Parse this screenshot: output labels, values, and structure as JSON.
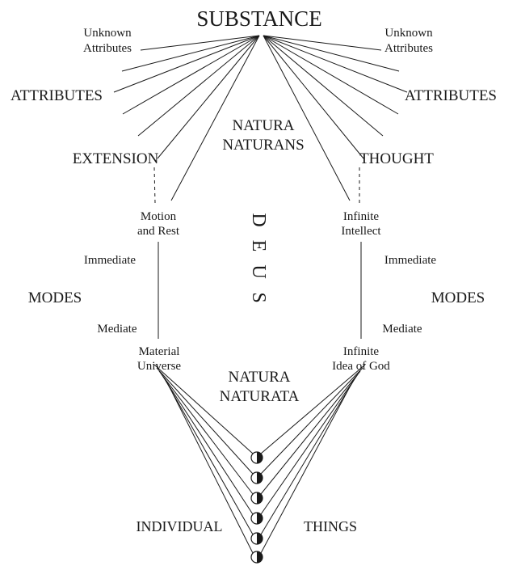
{
  "substance": "SUBSTANCE",
  "left": {
    "unknown_line1": "Unknown",
    "unknown_line2": "Attributes",
    "attributes": "ATTRIBUTES",
    "extension": "EXTENSION",
    "immediate_mode_line1": "Motion",
    "immediate_mode_line2": "and Rest",
    "immediate": "Immediate",
    "modes": "MODES",
    "mediate": "Mediate",
    "mediate_mode_line1": "Material",
    "mediate_mode_line2": "Universe"
  },
  "right": {
    "unknown_line1": "Unknown",
    "unknown_line2": "Attributes",
    "attributes": "ATTRIBUTES",
    "thought": "THOUGHT",
    "immediate_mode_line1": "Infinite",
    "immediate_mode_line2": "Intellect",
    "immediate": "Immediate",
    "modes": "MODES",
    "mediate": "Mediate",
    "mediate_mode_line1": "Infinite",
    "mediate_mode_line2": "Idea of God"
  },
  "center": {
    "natura_naturans_line1": "NATURA",
    "natura_naturans_line2": "NATURANS",
    "deus": [
      "D",
      "E",
      "U",
      "S"
    ],
    "natura_naturata_line1": "NATURA",
    "natura_naturata_line2": "NATURATA",
    "individual": "INDIVIDUAL",
    "things": "THINGS"
  },
  "colors": {
    "background": "#ffffff",
    "line": "#1a1a1a",
    "text": "#1a1a1a"
  }
}
